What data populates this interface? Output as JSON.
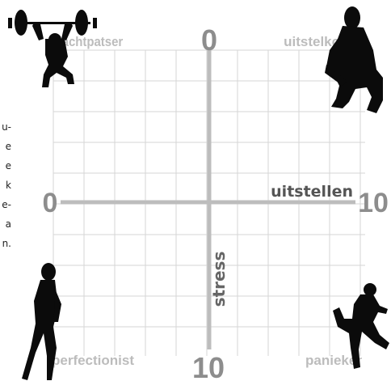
{
  "quadrants": {
    "top_left": "krachtpatser",
    "top_right": "uitstelkoning",
    "bottom_left": "perfectionist",
    "bottom_right": "panieker"
  },
  "axes": {
    "horizontal": {
      "label": "uitstellen",
      "min": "0",
      "max": "10"
    },
    "vertical": {
      "label": "stress",
      "min": "0",
      "max": "10"
    }
  },
  "side_text": [
    "u-",
    "e",
    "e",
    "k",
    "e-",
    "a",
    "n."
  ],
  "figures": [
    {
      "icon": "weightlifter-icon",
      "quadrant": "top_left"
    },
    {
      "icon": "crouching-man-icon",
      "quadrant": "top_right"
    },
    {
      "icon": "walking-woman-icon",
      "quadrant": "bottom_left"
    },
    {
      "icon": "running-man-icon",
      "quadrant": "bottom_right"
    }
  ],
  "colors": {
    "grid": "#d6d6d6",
    "axis": "#bdbdbd",
    "quadrant_label": "#bcbcbc",
    "axis_label": "#555555",
    "axis_number": "#8d8d8d",
    "silhouette": "#0b0b0b"
  }
}
